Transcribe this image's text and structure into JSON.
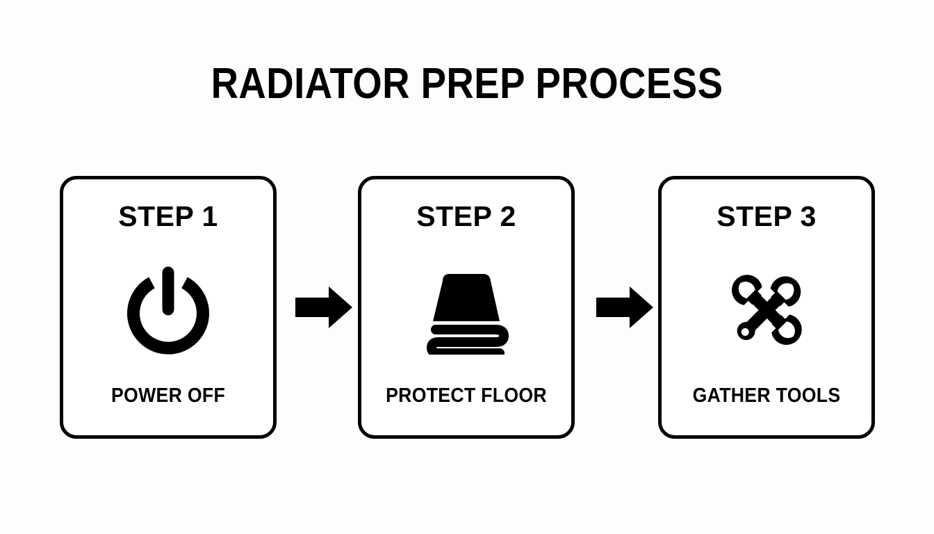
{
  "page": {
    "title": "RADIATOR PREP PROCESS",
    "background_color": "#fdfdfe",
    "ink_color": "#000000"
  },
  "diagram": {
    "type": "horizontal-process-flow",
    "step_count": 3,
    "connector": "solid-right-arrow",
    "steps": [
      {
        "step_label": "STEP 1",
        "icon": "power-off-icon",
        "caption": "POWER OFF"
      },
      {
        "step_label": "STEP 2",
        "icon": "folded-blanket-icon",
        "caption": "PROTECT FLOOR"
      },
      {
        "step_label": "STEP 3",
        "icon": "crossed-tools-icon",
        "caption": "GATHER TOOLS"
      }
    ],
    "arrows": [
      {
        "name": "arrow-step1-to-step2",
        "direction": "right"
      },
      {
        "name": "arrow-step2-to-step3",
        "direction": "right"
      }
    ]
  }
}
